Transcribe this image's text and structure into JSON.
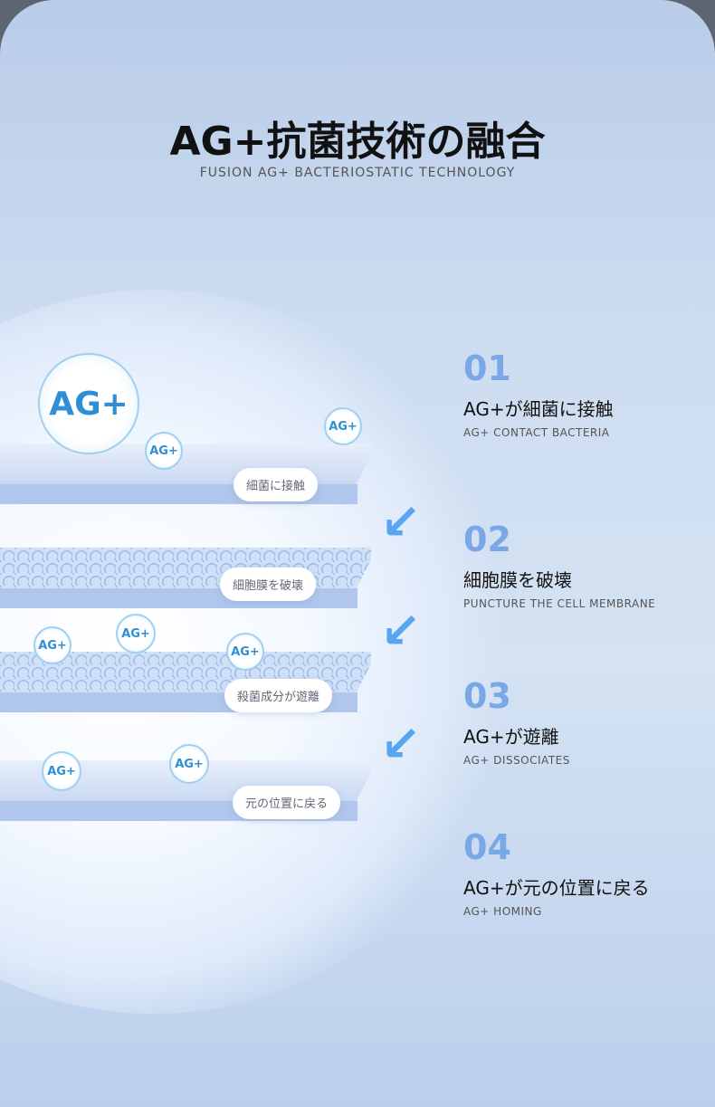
{
  "header": {
    "title": "AG+抗菌技術の融合",
    "subtitle": "FUSION AG+ BACTERIOSTATIC TECHNOLOGY"
  },
  "diagram": {
    "badge": "AG+",
    "labels": [
      "細菌に接触",
      "細胞膜を破壊",
      "殺菌成分が遊離",
      "元の位置に戻る"
    ]
  },
  "steps": [
    {
      "num": "01",
      "jp": "AG+が細菌に接触",
      "en": "AG+ CONTACT BACTERIA"
    },
    {
      "num": "02",
      "jp": "細胞膜を破壊",
      "en": "PUNCTURE THE CELL MEMBRANE"
    },
    {
      "num": "03",
      "jp": "AG+が遊離",
      "en": "AG+ DISSOCIATES"
    },
    {
      "num": "04",
      "jp": "AG+が元の位置に戻る",
      "en": "AG+ HOMING"
    }
  ]
}
